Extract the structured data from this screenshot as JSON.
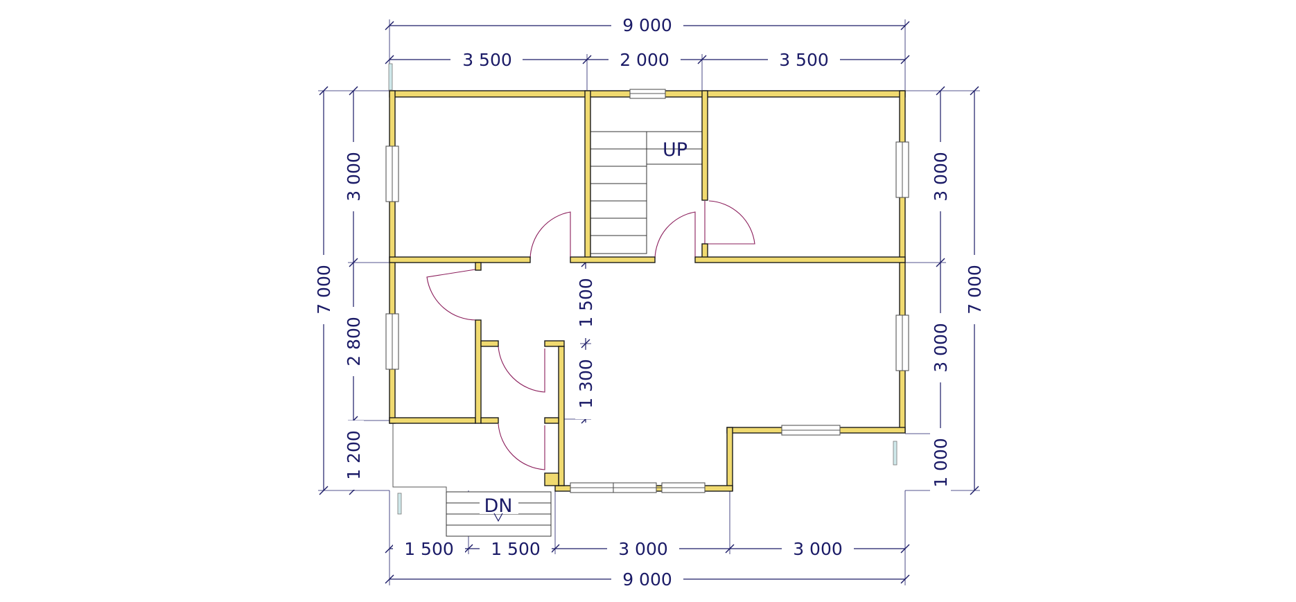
{
  "plan": {
    "overall_width_top": "9 000",
    "overall_width_bottom": "9 000",
    "top_segments": [
      "3 500",
      "2 000",
      "3 500"
    ],
    "bottom_segments": [
      "1 500",
      "1 500",
      "3 000",
      "3 000"
    ],
    "left_overall": "7 000",
    "left_segments": [
      "3 000",
      "2 800",
      "1 200"
    ],
    "right_overall": "7 000",
    "right_segments": [
      "3 000",
      "3 000",
      "1 000"
    ],
    "inner_segments": [
      "1 500",
      "1 300"
    ],
    "stair_up_label": "UP",
    "stair_down_label": "DN"
  },
  "colors": {
    "wall_fill": "#f0da70",
    "dimension_line": "#1a1a66",
    "door_swing": "#8a1c5a"
  }
}
